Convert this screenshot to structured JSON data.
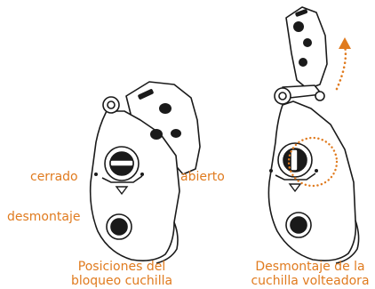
{
  "left_figure": {
    "labels": {
      "closed": "cerrado",
      "open": "abierto",
      "removal": "desmontaje"
    },
    "caption": {
      "line1": "Posiciones del",
      "line2": "bloqueo cuchilla"
    }
  },
  "right_figure": {
    "caption": {
      "line1": "Desmontaje de la",
      "line2": "cuchilla volteadora"
    }
  },
  "colors": {
    "accent": "#e07b1f",
    "stroke": "#1a1a1a",
    "fill": "#ffffff"
  }
}
